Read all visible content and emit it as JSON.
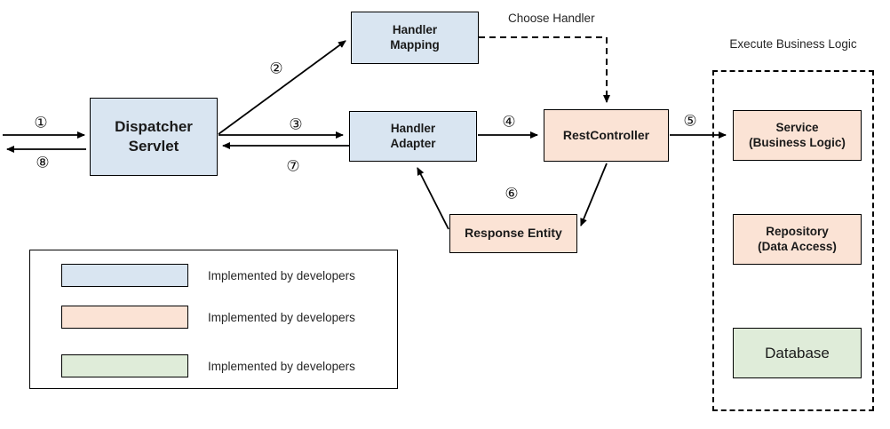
{
  "nodes": {
    "dispatcher_servlet": {
      "line1": "Dispatcher",
      "line2": "Servlet"
    },
    "handler_mapping": {
      "line1": "Handler",
      "line2": "Mapping"
    },
    "handler_adapter": {
      "line1": "Handler",
      "line2": "Adapter"
    },
    "rest_controller": {
      "label": "RestController"
    },
    "response_entity": {
      "label": "Response Entity"
    },
    "service": {
      "line1": "Service",
      "line2": "(Business Logic)"
    },
    "repository": {
      "line1": "Repository",
      "line2": "(Data Access)"
    },
    "database": {
      "label": "Database"
    }
  },
  "steps": {
    "s1": "①",
    "s2": "②",
    "s3": "③",
    "s4": "④",
    "s5": "⑤",
    "s6": "⑥",
    "s7": "⑦",
    "s8": "⑧"
  },
  "annotations": {
    "choose_handler": "Choose Handler",
    "execute_business_logic": "Execute Business Logic"
  },
  "legend": {
    "items": [
      {
        "color": "#d9e5f1",
        "label": "Implemented by developers"
      },
      {
        "color": "#fbe3d5",
        "label": "Implemented by developers"
      },
      {
        "color": "#dfecd9",
        "label": "Implemented by developers"
      }
    ]
  },
  "colors": {
    "blue": "#d9e5f1",
    "peach": "#fbe3d5",
    "green": "#dfecd9",
    "border": "#000000"
  }
}
